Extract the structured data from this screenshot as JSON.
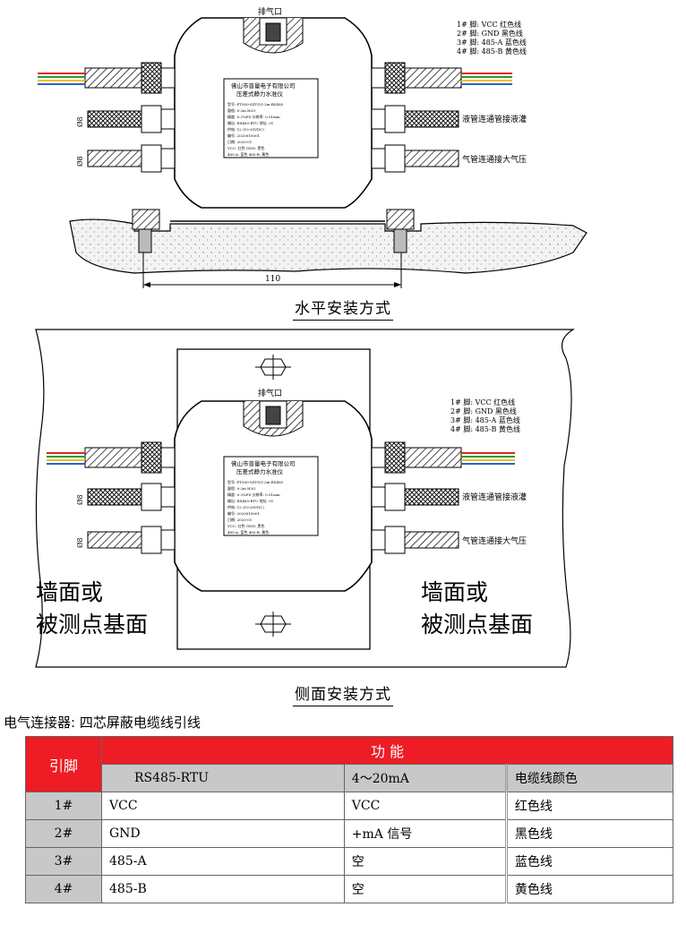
{
  "diagram": {
    "exhaust_label": "排气口",
    "pin_notes": [
      "1# 脚: VCC   红色线",
      "2# 脚: GND   黑色线",
      "3# 脚: 485-A 蓝色线",
      "4# 脚: 485-B 黄色线"
    ],
    "label_plate": {
      "company": "佛山市普量电子有限公司",
      "product": "压差式静力水准仪",
      "lines": [
        "型号: PT500-SZT-D1-2m-RS485",
        "量程: 0-2m H2O",
        "精度: 0.3%FS        分辨率: 0.01mm",
        "输出: RS485-RTU   地址: 01",
        "供电: 12 (10-30VDC)",
        "编号: 2020010001",
        "日期: 2020-01",
        "VCC: 红色           GND: 黑色",
        "485-A: 蓝色         485-B: 黄色"
      ]
    },
    "pipe_diameter": "Ø8",
    "liquid_pipe_label": "液管连通管接液灌",
    "gas_pipe_label": "气管连通接大气压",
    "dimension": "110",
    "caption_horizontal": "水平安装方式",
    "caption_side": "侧面安装方式",
    "wall_label_line1": "墙面或",
    "wall_label_line2": "被测点基面"
  },
  "connector": {
    "title": "电气连接器: 四芯屏蔽电缆线引线",
    "header_pin": "引脚",
    "header_function": "功        能",
    "sub_headers": [
      "RS485-RTU",
      "4～20mA",
      "电缆线颜色"
    ],
    "rows": [
      {
        "pin": "1#",
        "rs485": "VCC",
        "ma": "VCC",
        "color": "红色线"
      },
      {
        "pin": "2#",
        "rs485": "GND",
        "ma": "+mA 信号",
        "color": "黑色线"
      },
      {
        "pin": "3#",
        "rs485": "485-A",
        "ma": "空",
        "color": "蓝色线"
      },
      {
        "pin": "4#",
        "rs485": "485-B",
        "ma": "空",
        "color": "黄色线"
      }
    ]
  },
  "colors": {
    "table_header_red": "#ee1c24",
    "table_gray": "#c8c8c8",
    "wire_red": "#e52521",
    "wire_green": "#1f9d3a",
    "wire_yellow": "#f2c200",
    "wire_blue": "#2a5fd0"
  }
}
